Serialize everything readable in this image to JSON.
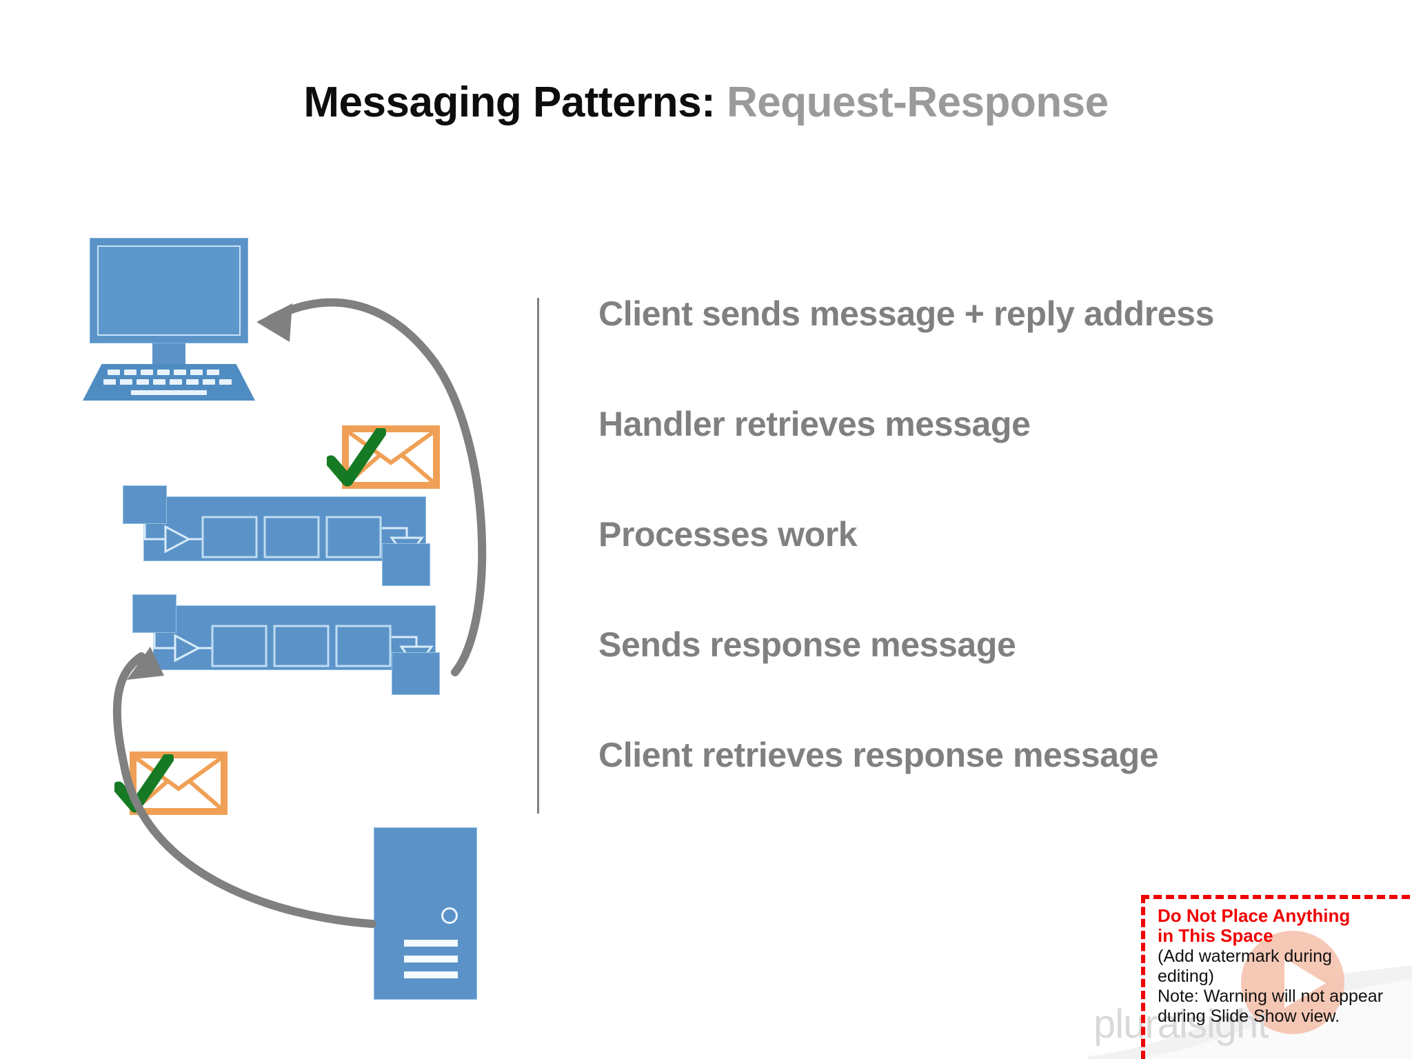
{
  "slide": {
    "title_primary": "Messaging Patterns:",
    "title_secondary": "Request-Response"
  },
  "steps": [
    {
      "label": "Client sends message + reply address"
    },
    {
      "label": "Handler retrieves message"
    },
    {
      "label": "Processes work"
    },
    {
      "label": "Sends response message"
    },
    {
      "label": "Client retrieves response message"
    }
  ],
  "diagram": {
    "client_icon": "computer-monitor-icon",
    "handler_icons": [
      "workflow-handler-icon",
      "workflow-handler-icon"
    ],
    "message_icons": [
      "envelope-checked-icon",
      "envelope-checked-icon"
    ],
    "server_icon": "server-icon",
    "arrows": [
      "response-arrow-to-client",
      "request-arrow-to-handler"
    ]
  },
  "warning": {
    "line1": "Do Not Place Anything",
    "line2": "in This Space",
    "line3": "(Add watermark during",
    "line4": "editing)",
    "line5": "Note:  Warning will not appear",
    "line6": "during Slide Show view."
  },
  "watermark": {
    "brand": "pluralsight"
  },
  "colors": {
    "accent_blue": "#5B93C8",
    "envelope_orange": "#F0A056",
    "check_green": "#157A23",
    "body_gray": "#808080",
    "warning_red": "#F00000",
    "watermark_pink": "#F4BCA6"
  }
}
